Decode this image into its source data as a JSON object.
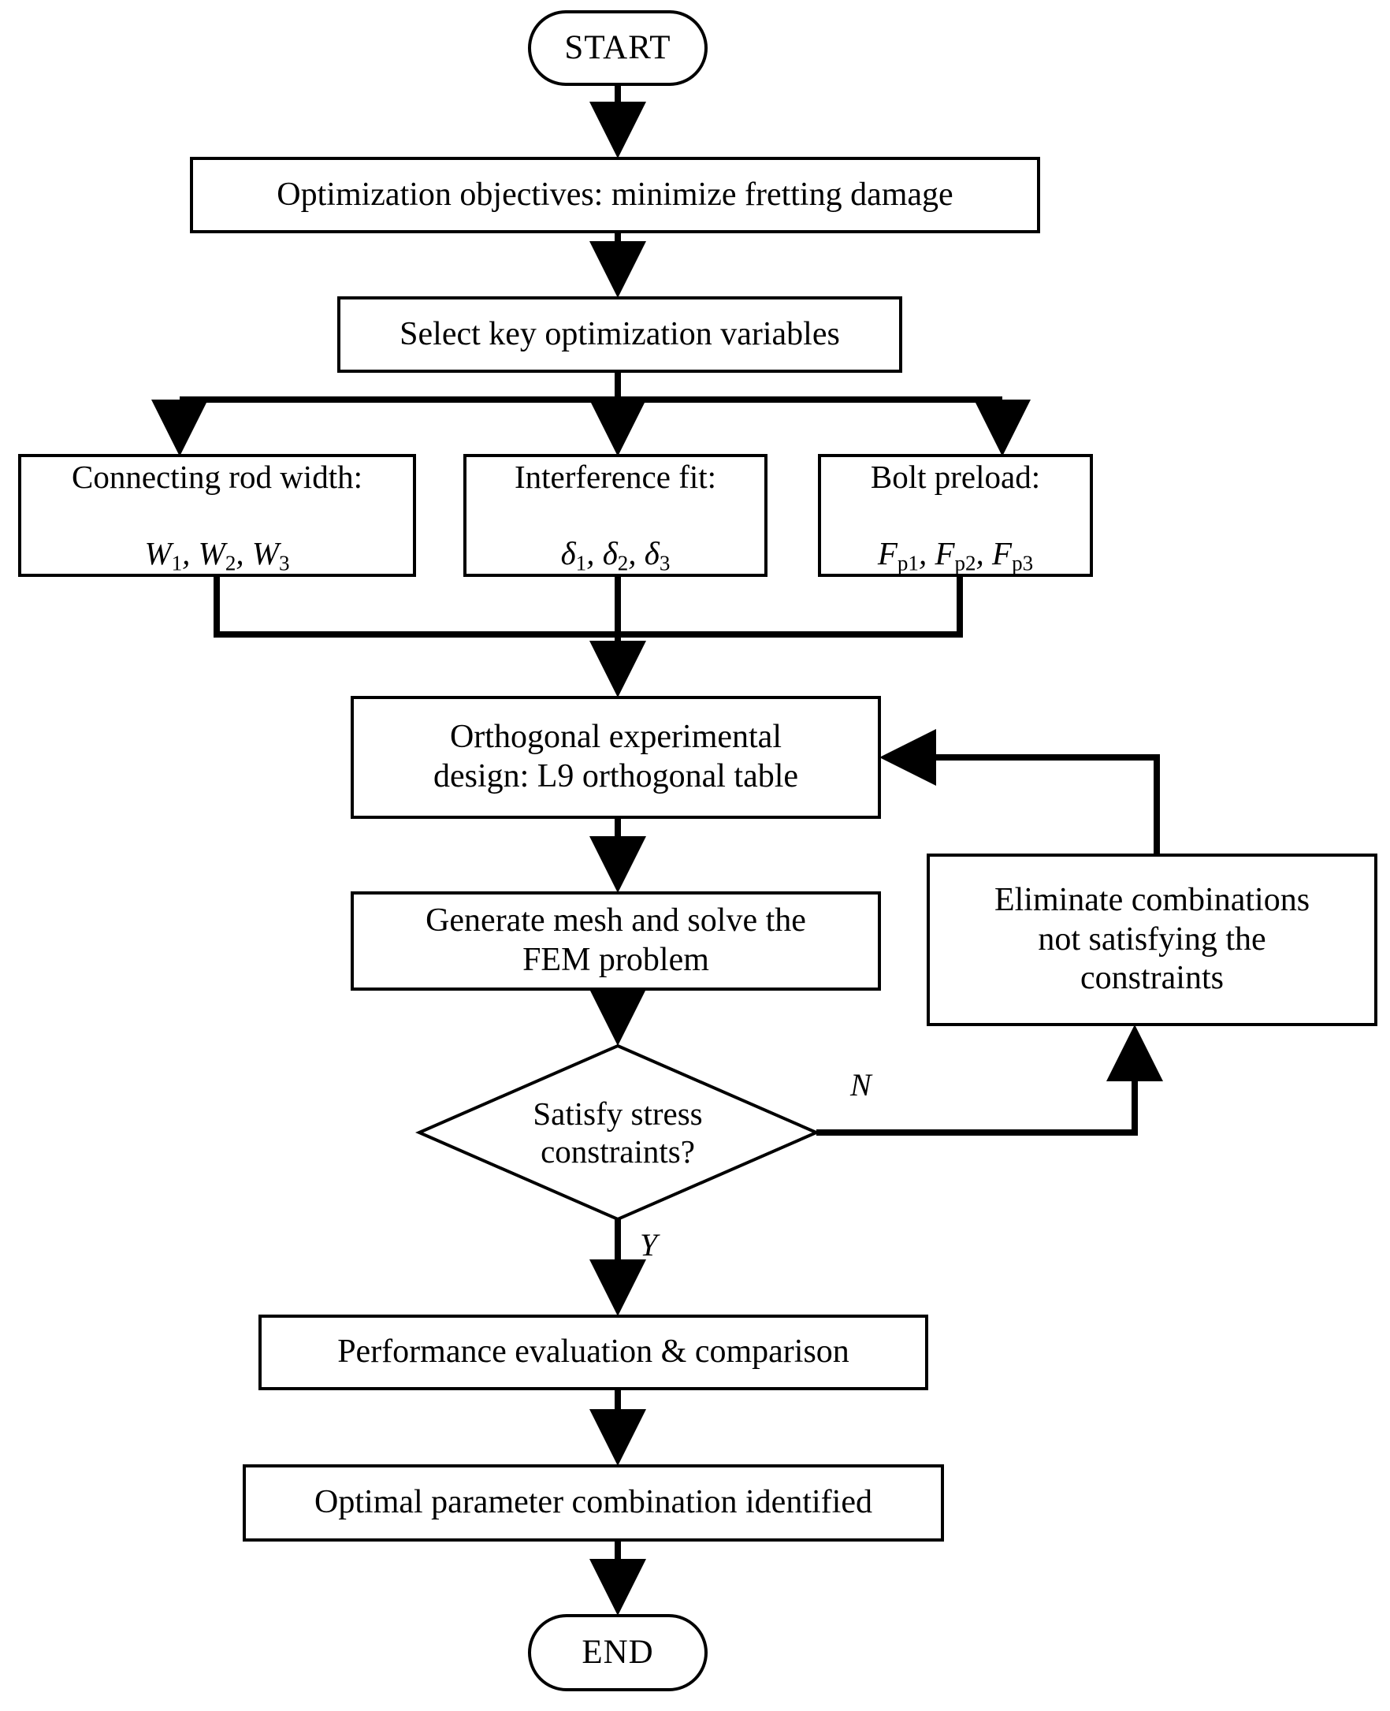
{
  "diagram": {
    "type": "flowchart",
    "title": "Optimization workflow flowchart",
    "orientation": "top-to-bottom",
    "colors": {
      "stroke": "#000000",
      "fill": "#ffffff",
      "text": "#000000"
    },
    "nodes": {
      "start": {
        "shape": "terminal",
        "label": "START"
      },
      "objectives": {
        "shape": "process",
        "label": "Optimization objectives: minimize fretting damage"
      },
      "select_vars": {
        "shape": "process",
        "label": "Select key optimization variables"
      },
      "var_width": {
        "shape": "process",
        "line1": "Connecting rod width:",
        "sym": "W",
        "sub_pre": "",
        "subs": [
          "1",
          "2",
          "3"
        ]
      },
      "var_interference": {
        "shape": "process",
        "line1": "Interference fit:",
        "sym": "δ",
        "sub_pre": "",
        "subs": [
          "1",
          "2",
          "3"
        ]
      },
      "var_preload": {
        "shape": "process",
        "line1": "Bolt preload:",
        "sym": "F",
        "sub_pre": "p",
        "subs": [
          "1",
          "2",
          "3"
        ]
      },
      "orthogonal": {
        "shape": "process",
        "label": "Orthogonal experimental\ndesign: L9 orthogonal table"
      },
      "fem": {
        "shape": "process",
        "label": "Generate mesh and solve the\nFEM problem"
      },
      "decision": {
        "shape": "decision",
        "label": "Satisfy stress\nconstraints?"
      },
      "eliminate": {
        "shape": "process",
        "label": "Eliminate combinations\nnot satisfying the\nconstraints"
      },
      "evaluation": {
        "shape": "process",
        "label": "Performance evaluation & comparison"
      },
      "optimal": {
        "shape": "process",
        "label": "Optimal parameter combination identified"
      },
      "end": {
        "shape": "terminal",
        "label": "END"
      }
    },
    "edge_labels": {
      "no_branch": "N",
      "yes_branch": "Y"
    },
    "edges": [
      {
        "from": "start",
        "to": "objectives",
        "label": ""
      },
      {
        "from": "objectives",
        "to": "select_vars",
        "label": ""
      },
      {
        "from": "select_vars",
        "to": "var_width",
        "label": ""
      },
      {
        "from": "select_vars",
        "to": "var_interference",
        "label": ""
      },
      {
        "from": "select_vars",
        "to": "var_preload",
        "label": ""
      },
      {
        "from": "var_width",
        "to": "orthogonal",
        "label": ""
      },
      {
        "from": "var_interference",
        "to": "orthogonal",
        "label": ""
      },
      {
        "from": "var_preload",
        "to": "orthogonal",
        "label": ""
      },
      {
        "from": "orthogonal",
        "to": "fem",
        "label": ""
      },
      {
        "from": "fem",
        "to": "decision",
        "label": ""
      },
      {
        "from": "decision",
        "to": "eliminate",
        "label": "N"
      },
      {
        "from": "eliminate",
        "to": "orthogonal",
        "label": ""
      },
      {
        "from": "decision",
        "to": "evaluation",
        "label": "Y"
      },
      {
        "from": "evaluation",
        "to": "optimal",
        "label": ""
      },
      {
        "from": "optimal",
        "to": "end",
        "label": ""
      }
    ]
  }
}
